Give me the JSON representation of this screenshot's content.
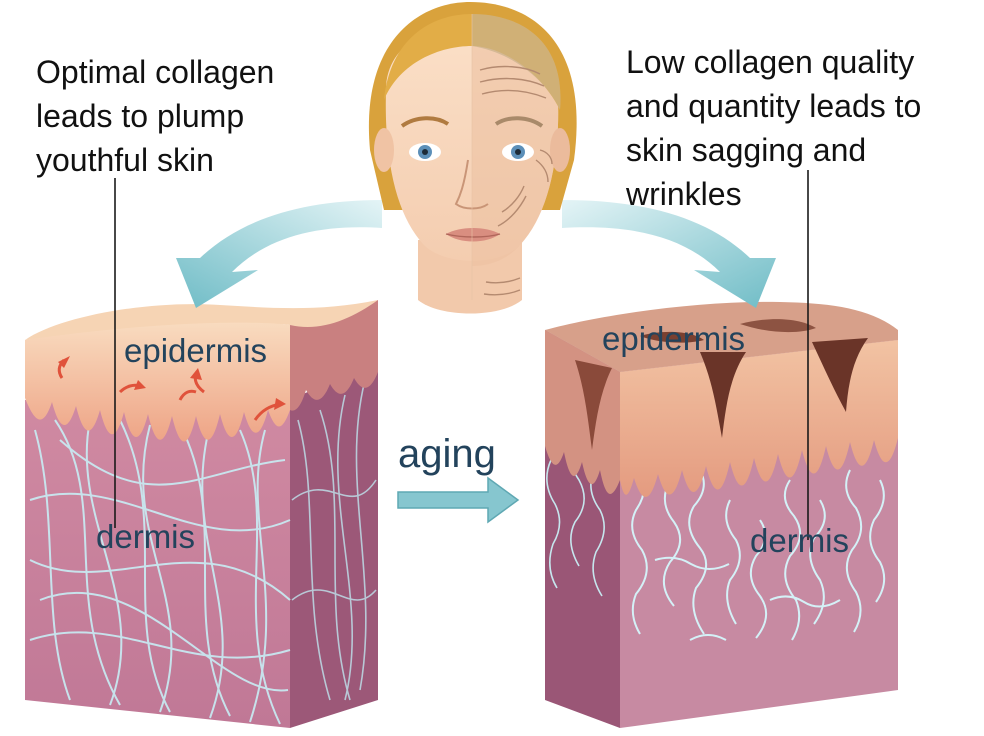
{
  "captions": {
    "left": [
      "Optimal collagen",
      "leads to plump",
      "youthful skin"
    ],
    "right": [
      "Low collagen quality",
      "and quantity leads to",
      "skin sagging and",
      "wrinkles"
    ]
  },
  "labels": {
    "left_epidermis": "epidermis",
    "left_dermis": "dermis",
    "right_epidermis": "epidermis",
    "right_dermis": "dermis",
    "aging": "aging"
  },
  "colors": {
    "epidermis_young": "#f4c9a8",
    "epidermis_old": "#e8a987",
    "dermis": "#c98aa3",
    "dermis_side": "#a35f7e",
    "collagen_fiber": "#bfe9f2",
    "arrow": "#7cc3cc",
    "label_text": "#23435c",
    "fiber_arrow_red": "#e0523b"
  },
  "icons": [
    "face-illustration",
    "curved-arrow-left-icon",
    "curved-arrow-right-icon",
    "aging-arrow-icon"
  ]
}
